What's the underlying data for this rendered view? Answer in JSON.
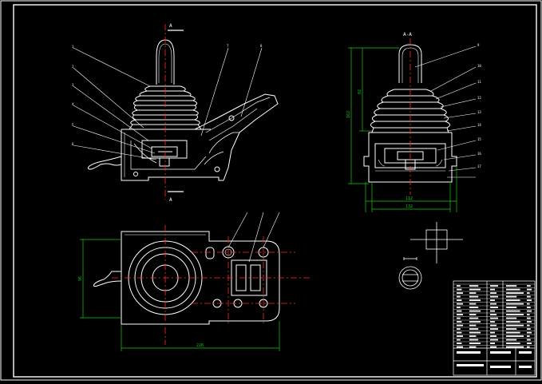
{
  "drawing": {
    "background": "#000000",
    "outline_color": "#ffffff",
    "center_line_color": "#ff2a2a",
    "dimension_color": "#19c819",
    "sections": {
      "front_view_mark_top": "A",
      "front_view_mark_bottom": "A",
      "side_view_mark": "A-A"
    },
    "dimensions": {
      "front_plan_width": "226",
      "front_plan_height": "96",
      "side_height_a": "82",
      "side_height_b": "162",
      "side_width_a": "112",
      "side_width_b": "132"
    }
  }
}
